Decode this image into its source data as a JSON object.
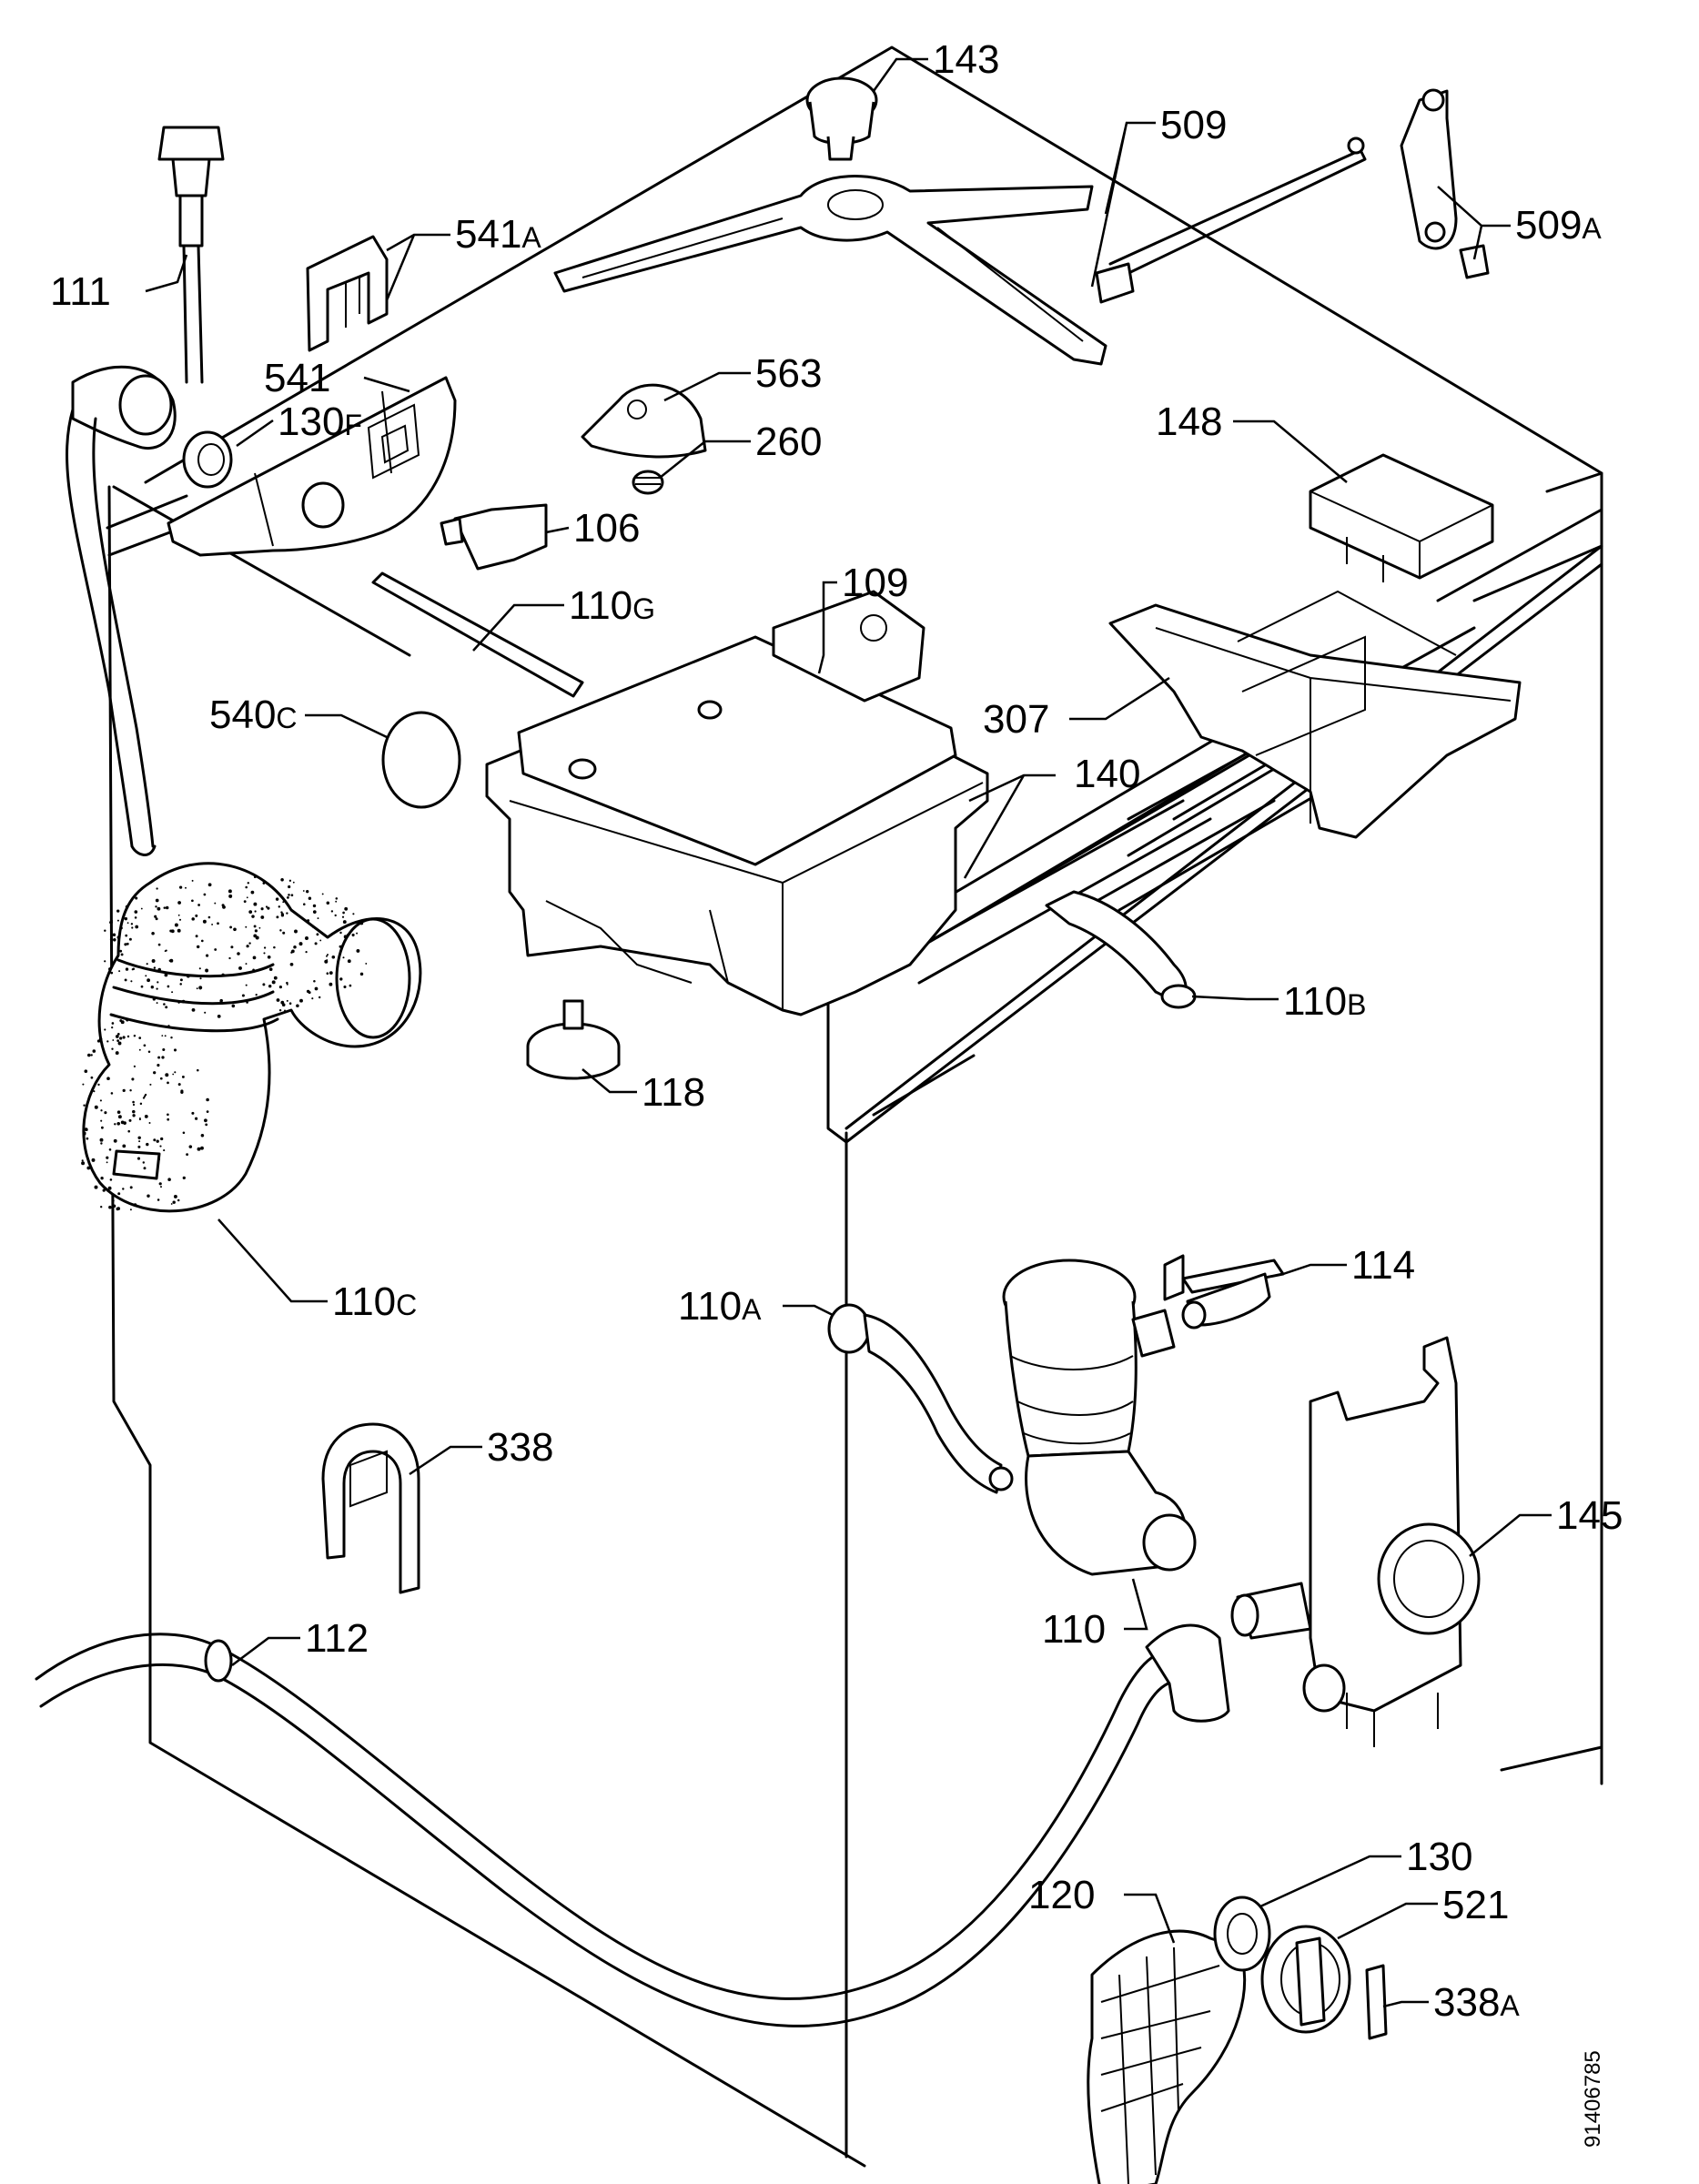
{
  "diagram": {
    "reference_number": "91406785",
    "parts": [
      {
        "id": "143",
        "num": "143",
        "suf": ""
      },
      {
        "id": "509",
        "num": "509",
        "suf": ""
      },
      {
        "id": "509A",
        "num": "509",
        "suf": "A"
      },
      {
        "id": "111",
        "num": "111",
        "suf": ""
      },
      {
        "id": "541A",
        "num": "541",
        "suf": "A"
      },
      {
        "id": "541",
        "num": "541",
        "suf": ""
      },
      {
        "id": "130F",
        "num": "130",
        "suf": "F"
      },
      {
        "id": "563",
        "num": "563",
        "suf": ""
      },
      {
        "id": "260",
        "num": "260",
        "suf": ""
      },
      {
        "id": "148",
        "num": "148",
        "suf": ""
      },
      {
        "id": "106",
        "num": "106",
        "suf": ""
      },
      {
        "id": "109",
        "num": "109",
        "suf": ""
      },
      {
        "id": "110G",
        "num": "110",
        "suf": "G"
      },
      {
        "id": "540C",
        "num": "540",
        "suf": "C"
      },
      {
        "id": "307",
        "num": "307",
        "suf": ""
      },
      {
        "id": "140",
        "num": "140",
        "suf": ""
      },
      {
        "id": "110B",
        "num": "110",
        "suf": "B"
      },
      {
        "id": "118",
        "num": "118",
        "suf": ""
      },
      {
        "id": "110C",
        "num": "110",
        "suf": "C"
      },
      {
        "id": "114",
        "num": "114",
        "suf": ""
      },
      {
        "id": "110A",
        "num": "110",
        "suf": "A"
      },
      {
        "id": "338",
        "num": "338",
        "suf": ""
      },
      {
        "id": "145",
        "num": "145",
        "suf": ""
      },
      {
        "id": "110",
        "num": "110",
        "suf": ""
      },
      {
        "id": "112",
        "num": "112",
        "suf": ""
      },
      {
        "id": "130",
        "num": "130",
        "suf": ""
      },
      {
        "id": "120",
        "num": "120",
        "suf": ""
      },
      {
        "id": "521",
        "num": "521",
        "suf": ""
      },
      {
        "id": "338A",
        "num": "338",
        "suf": "A"
      }
    ]
  }
}
